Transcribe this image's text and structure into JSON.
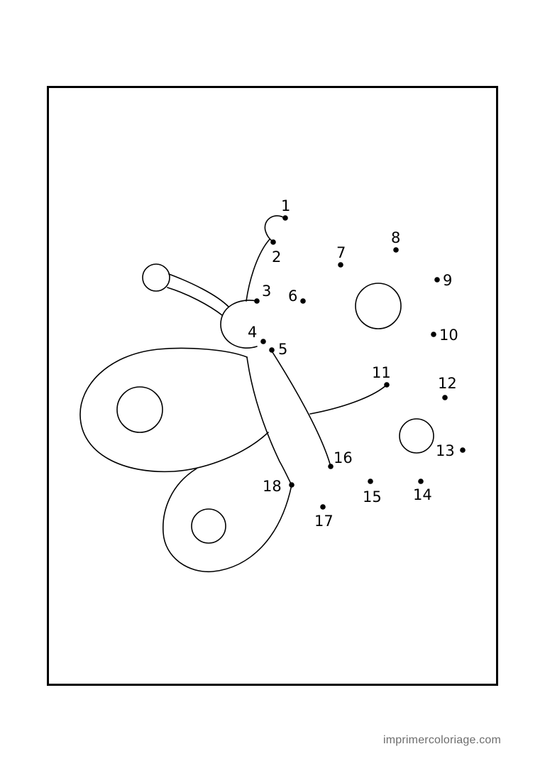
{
  "worksheet": {
    "dots": [
      {
        "label": "1"
      },
      {
        "label": "2"
      },
      {
        "label": "3"
      },
      {
        "label": "4"
      },
      {
        "label": "5"
      },
      {
        "label": "6"
      },
      {
        "label": "7"
      },
      {
        "label": "8"
      },
      {
        "label": "9"
      },
      {
        "label": "10"
      },
      {
        "label": "11"
      },
      {
        "label": "12"
      },
      {
        "label": "13"
      },
      {
        "label": "14"
      },
      {
        "label": "15"
      },
      {
        "label": "16"
      },
      {
        "label": "17"
      },
      {
        "label": "18"
      }
    ]
  },
  "footer": {
    "site": "imprimercoloriage.com"
  },
  "colors": {
    "ink": "#000000",
    "credit": "#6d6d6d",
    "paper": "#ffffff"
  }
}
